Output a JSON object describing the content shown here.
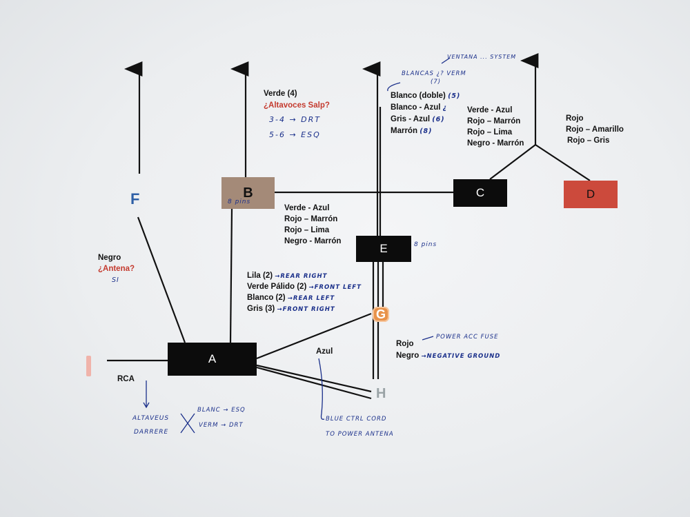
{
  "boxes": {
    "A": "A",
    "B": "B",
    "C": "C",
    "D": "D",
    "E": "E"
  },
  "letters": {
    "F": "F",
    "G": "G",
    "H": "H",
    "I": "I"
  },
  "b_pins": "8 pins",
  "e_pins": "8 pins",
  "b_top": {
    "line1": "Verde (4)",
    "line2": "¿Altavoces Salp?",
    "hw1": "3-4 → DRT",
    "hw2": "5-6 → ESQ"
  },
  "e_top": {
    "hw_a": "BLANCAS ¿? VERM",
    "hw_a2": "(7)",
    "l1": "Blanco (doble)",
    "l1hw": "(5)",
    "l2": "Blanco - Azul",
    "l2hw": "¿",
    "l3": "Gris - Azul",
    "l3hw": "(6)",
    "l4": "Marrón",
    "l4hw": "(8)"
  },
  "c_top_hw": "VENTANA ... SYSTEM",
  "c_top": [
    "Verde - Azul",
    "Rojo – Marrón",
    "Rojo – Lima",
    "Negro - Marrón"
  ],
  "d_top": [
    "Rojo",
    "Rojo – Amarillo",
    "Rojo – Gris"
  ],
  "bc_mid": [
    "Verde - Azul",
    "Rojo – Marrón",
    "Rojo – Lima",
    "Negro - Marrón"
  ],
  "f_side": {
    "line1": "Negro",
    "line2": "¿Antena?",
    "hw": "SI"
  },
  "a_wires": [
    {
      "label": "Lila (2)",
      "hw": "→REAR RIGHT"
    },
    {
      "label": "Verde Pálido (2)",
      "hw": "→FRONT LEFT"
    },
    {
      "label": "Blanco (2)",
      "hw": "→REAR LEFT"
    },
    {
      "label": "Gris (3)",
      "hw": "→FRONT RIGHT"
    }
  ],
  "azul": {
    "label": "Azul",
    "hw1": "BLUE CTRL CORD",
    "hw2": "TO POWER ANTENA"
  },
  "power": [
    {
      "label": "Rojo",
      "hw": "POWER ACC FUSE"
    },
    {
      "label": "Negro",
      "hw": "→NEGATIVE GROUND"
    }
  ],
  "rca": {
    "label": "RCA",
    "hw1": "ALTAVEUS",
    "hw2": "DARRERE",
    "hw3": "BLANC → ESQ",
    "hw4": "VERM → DRT"
  }
}
